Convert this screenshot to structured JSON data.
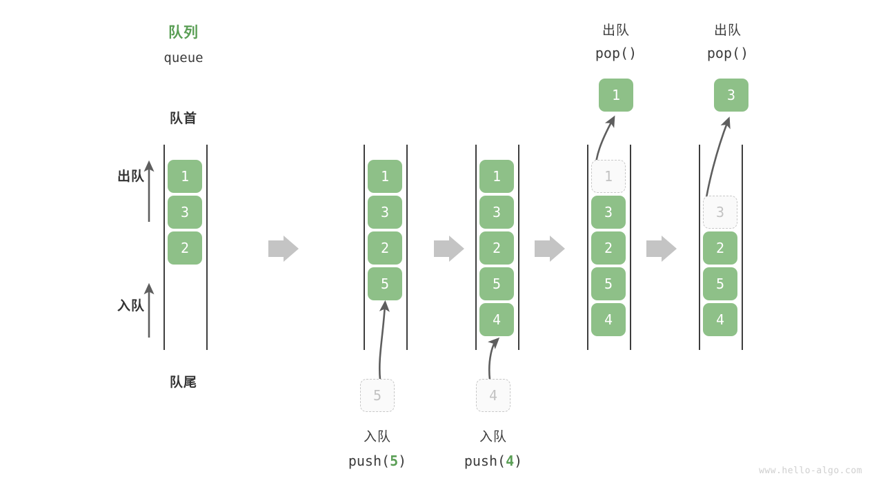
{
  "watermark": "www.hello-algo.com",
  "header": {
    "title_cn": "队列",
    "title_code": "queue"
  },
  "annotations": {
    "front_label": "队首",
    "rear_label": "队尾",
    "pop_side_label": "出队",
    "push_side_label": "入队"
  },
  "colors": {
    "element": "#8ec088",
    "accent": "#5a9e55",
    "ghost_fill": "#fafafa",
    "ghost_border": "#c8c8c8",
    "ghost_text": "#c2c2c2",
    "rail": "#3d3d3d",
    "arrow": "#5e5e5e",
    "flow_arrow": "#c4c4c4",
    "text": "#333333",
    "watermark": "#cfcfcf"
  },
  "steps": [
    {
      "id": "state-initial",
      "op_cn": "",
      "op_code": "",
      "cells": [
        "1",
        "3",
        "2"
      ],
      "ghost_in": null,
      "ghost_head": null,
      "popped": null
    },
    {
      "id": "state-push-5",
      "op_cn": "入队",
      "op_code_prefix": "push(",
      "op_code_arg": "5",
      "op_code_suffix": ")",
      "cells": [
        "1",
        "3",
        "2",
        "5"
      ],
      "ghost_in": "5",
      "ghost_head": null,
      "popped": null
    },
    {
      "id": "state-push-4",
      "op_cn": "入队",
      "op_code_prefix": "push(",
      "op_code_arg": "4",
      "op_code_suffix": ")",
      "cells": [
        "1",
        "3",
        "2",
        "5",
        "4"
      ],
      "ghost_in": "4",
      "ghost_head": null,
      "popped": null
    },
    {
      "id": "state-pop-1",
      "op_cn": "出队",
      "op_code_prefix": "pop(",
      "op_code_arg": "",
      "op_code_suffix": ")",
      "cells": [
        "3",
        "2",
        "5",
        "4"
      ],
      "ghost_in": null,
      "ghost_head": "1",
      "popped": "1"
    },
    {
      "id": "state-pop-3",
      "op_cn": "出队",
      "op_code_prefix": "pop(",
      "op_code_arg": "",
      "op_code_suffix": ")",
      "cells": [
        "2",
        "5",
        "4"
      ],
      "ghost_in": null,
      "ghost_head": "3",
      "popped": "3"
    }
  ]
}
